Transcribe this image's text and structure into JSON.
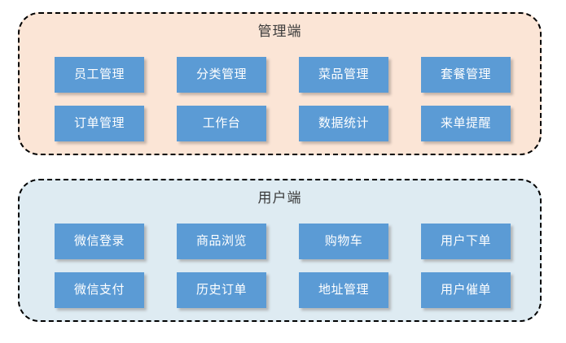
{
  "diagram": {
    "type": "block-diagram",
    "background": "#FFFFFF",
    "groups": [
      {
        "id": "admin",
        "title": "管理端",
        "fill": "#FBE5D6",
        "border": "#000000",
        "nodes": [
          {
            "label": "员工管理",
            "row": 0,
            "col": 0
          },
          {
            "label": "分类管理",
            "row": 0,
            "col": 1
          },
          {
            "label": "菜品管理",
            "row": 0,
            "col": 2
          },
          {
            "label": "套餐管理",
            "row": 0,
            "col": 3
          },
          {
            "label": "订单管理",
            "row": 1,
            "col": 0
          },
          {
            "label": "工作台",
            "row": 1,
            "col": 1
          },
          {
            "label": "数据统计",
            "row": 1,
            "col": 2
          },
          {
            "label": "来单提醒",
            "row": 1,
            "col": 3
          }
        ]
      },
      {
        "id": "user",
        "title": "用户端",
        "fill": "#DEEBF2",
        "border": "#000000",
        "nodes": [
          {
            "label": "微信登录",
            "row": 0,
            "col": 0
          },
          {
            "label": "商品浏览",
            "row": 0,
            "col": 1
          },
          {
            "label": "购物车",
            "row": 0,
            "col": 2
          },
          {
            "label": "用户下单",
            "row": 0,
            "col": 3
          },
          {
            "label": "微信支付",
            "row": 1,
            "col": 0
          },
          {
            "label": "历史订单",
            "row": 1,
            "col": 1
          },
          {
            "label": "地址管理",
            "row": 1,
            "col": 2
          },
          {
            "label": "用户催单",
            "row": 1,
            "col": 3
          }
        ]
      }
    ],
    "node_style": {
      "fill": "#5B9BD5",
      "text_color": "#FFFFFF"
    },
    "title_color": "#3B3B3B"
  }
}
